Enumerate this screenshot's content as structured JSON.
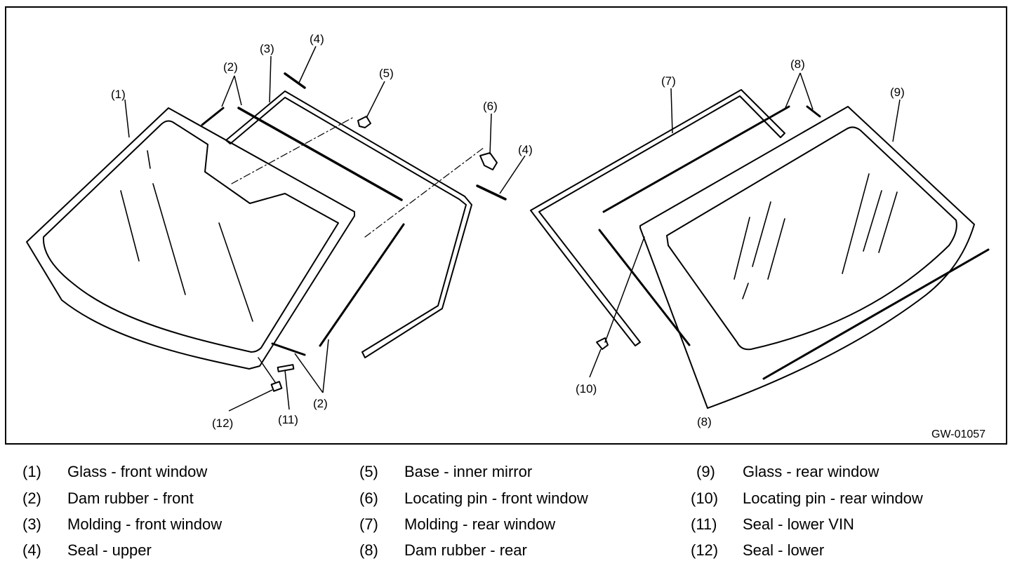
{
  "diagram": {
    "code": "GW-01057",
    "callouts": {
      "c1": "(1)",
      "c2a": "(2)",
      "c2b": "(2)",
      "c3": "(3)",
      "c4a": "(4)",
      "c4b": "(4)",
      "c5": "(5)",
      "c6": "(6)",
      "c7": "(7)",
      "c8a": "(8)",
      "c8b": "(8)",
      "c9": "(9)",
      "c10": "(10)",
      "c11": "(11)",
      "c12": "(12)"
    }
  },
  "legend": {
    "items": [
      {
        "num": "(1)",
        "label": "Glass - front window"
      },
      {
        "num": "(2)",
        "label": "Dam rubber - front"
      },
      {
        "num": "(3)",
        "label": "Molding - front window"
      },
      {
        "num": "(4)",
        "label": "Seal - upper"
      },
      {
        "num": "(5)",
        "label": "Base - inner mirror"
      },
      {
        "num": "(6)",
        "label": "Locating pin - front window"
      },
      {
        "num": "(7)",
        "label": "Molding - rear window"
      },
      {
        "num": "(8)",
        "label": "Dam rubber - rear"
      },
      {
        "num": "(9)",
        "label": "Glass - rear window"
      },
      {
        "num": "(10)",
        "label": "Locating pin - rear window"
      },
      {
        "num": "(11)",
        "label": "Seal - lower VIN"
      },
      {
        "num": "(12)",
        "label": "Seal - lower"
      }
    ]
  }
}
